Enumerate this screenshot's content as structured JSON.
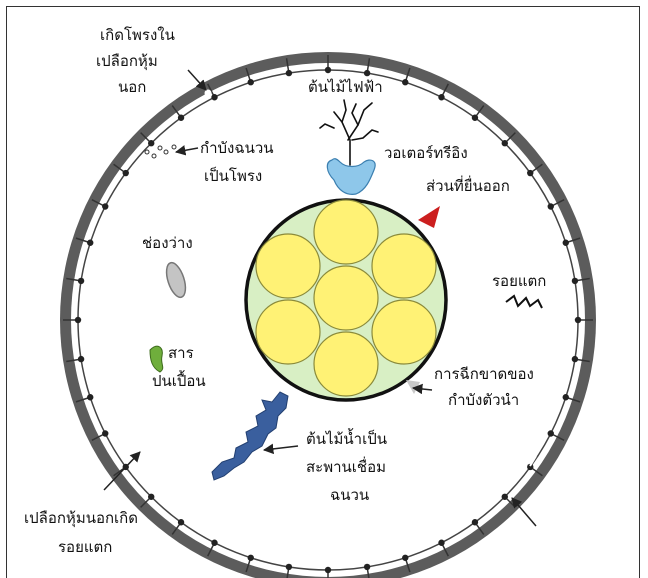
{
  "labels": {
    "outer_sheath_void": [
      "เกิดโพรงใน",
      "เปลือกหุ้ม",
      "นอก"
    ],
    "insulation_voids": [
      "กำบังฉนวน",
      "เป็นโพรง"
    ],
    "electrical_tree": "ต้นไม้ไฟฟ้า",
    "water_tree_bowtie": "วอเตอร์ทรีอิง",
    "protrusion": "ส่วนที่ยื่นออก",
    "cavity": "ช่องว่าง",
    "crack": "รอยแตก",
    "contaminant": [
      "สาร",
      "ปนเปื้อน"
    ],
    "shield_tear": [
      "การฉีกขาดของ",
      "กำบังตัวนำ"
    ],
    "water_tree_bridge": [
      "ต้นไม้น้ำเป็น",
      "สะพานเชื่อม",
      "ฉนวน"
    ],
    "sheath_crack": [
      "เปลือกหุ้มนอกเกิด",
      "รอยแตก"
    ]
  },
  "colors": {
    "conductor_strand": "#fff275",
    "conductor_bg": "#d8efc4",
    "sheath": "#5c5c5c",
    "water_tree": "#3a5f9e",
    "bowtie_tree": "#8ec7ea",
    "protrusion": "#cc1f1f",
    "contaminant": "#6fae3c",
    "cavity": "#c4c4c4"
  }
}
